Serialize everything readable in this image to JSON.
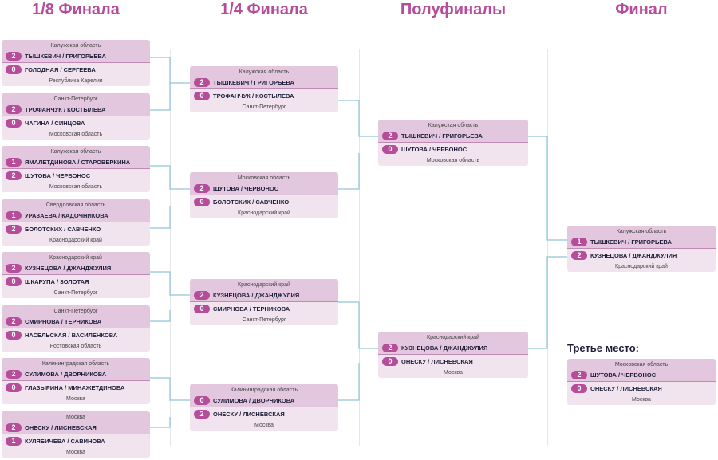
{
  "rounds": [
    "1/8 Финала",
    "1/4 Финала",
    "Полуфиналы",
    "Финал"
  ],
  "third_place_title": "Третье место:",
  "accent_color": "#b64d9a",
  "connector_color": "#8fc3d8",
  "r16": [
    {
      "a": {
        "score": "2",
        "name": "ТЫШКЕВИЧ / ГРИГОРЬЕВА",
        "region": "Калужская область"
      },
      "b": {
        "score": "0",
        "name": "ГОЛОДНАЯ / СЕРГЕЕВА",
        "region": "Республика Карелия"
      }
    },
    {
      "a": {
        "score": "2",
        "name": "ТРОФАНЧУК / КОСТЫЛЕВА",
        "region": "Санкт-Петербург"
      },
      "b": {
        "score": "0",
        "name": "ЧАГИНА / СИНЦОВА",
        "region": "Московская область"
      }
    },
    {
      "a": {
        "score": "1",
        "name": "ЯМАЛЕТДИНОВА / СТАРОВЕРКИНА",
        "region": "Калужская область"
      },
      "b": {
        "score": "2",
        "name": "ШУТОВА / ЧЕРВОНОС",
        "region": "Московская область"
      }
    },
    {
      "a": {
        "score": "1",
        "name": "УРАЗАЕВА / КАДОЧНИКОВА",
        "region": "Свердловская область"
      },
      "b": {
        "score": "2",
        "name": "БОЛОТСКИХ / САВЧЕНКО",
        "region": "Краснодарский край"
      }
    },
    {
      "a": {
        "score": "2",
        "name": "КУЗНЕЦОВА / ДЖАНДЖУЛИЯ",
        "region": "Краснодарский край"
      },
      "b": {
        "score": "0",
        "name": "ШКАРУПА / ЗОЛОТАЯ",
        "region": "Санкт-Петербург"
      }
    },
    {
      "a": {
        "score": "2",
        "name": "СМИРНОВА / ТЕРНИКОВА",
        "region": "Санкт-Петербург"
      },
      "b": {
        "score": "0",
        "name": "НАСЕЛЬСКАЯ / ВАСИЛЕНКОВА",
        "region": "Ростовская область"
      }
    },
    {
      "a": {
        "score": "2",
        "name": "СУЛИМОВА / ДВОРНИКОВА",
        "region": "Калининградская область"
      },
      "b": {
        "score": "0",
        "name": "ГЛАЗЫРИНА / МИНАЖЕТДИНОВА",
        "region": "Москва"
      }
    },
    {
      "a": {
        "score": "2",
        "name": "ОНЕСКУ / ЛИСНЕВСКАЯ",
        "region": "Москва"
      },
      "b": {
        "score": "1",
        "name": "КУЛЯБИЧЕВА / САВИНОВА",
        "region": "Москва"
      }
    }
  ],
  "qf": [
    {
      "a": {
        "score": "2",
        "name": "ТЫШКЕВИЧ / ГРИГОРЬЕВА",
        "region": "Калужская область"
      },
      "b": {
        "score": "0",
        "name": "ТРОФАНЧУК / КОСТЫЛЕВА",
        "region": "Санкт-Петербург"
      }
    },
    {
      "a": {
        "score": "2",
        "name": "ШУТОВА / ЧЕРВОНОС",
        "region": "Московская область"
      },
      "b": {
        "score": "0",
        "name": "БОЛОТСКИХ / САВЧЕНКО",
        "region": "Краснодарский край"
      }
    },
    {
      "a": {
        "score": "2",
        "name": "КУЗНЕЦОВА / ДЖАНДЖУЛИЯ",
        "region": "Краснодарский край"
      },
      "b": {
        "score": "0",
        "name": "СМИРНОВА / ТЕРНИКОВА",
        "region": "Санкт-Петербург"
      }
    },
    {
      "a": {
        "score": "0",
        "name": "СУЛИМОВА / ДВОРНИКОВА",
        "region": "Калининградская область"
      },
      "b": {
        "score": "2",
        "name": "ОНЕСКУ / ЛИСНЕВСКАЯ",
        "region": "Москва"
      }
    }
  ],
  "sf": [
    {
      "a": {
        "score": "2",
        "name": "ТЫШКЕВИЧ / ГРИГОРЬЕВА",
        "region": "Калужская область"
      },
      "b": {
        "score": "0",
        "name": "ШУТОВА / ЧЕРВОНОС",
        "region": "Московская область"
      }
    },
    {
      "a": {
        "score": "2",
        "name": "КУЗНЕЦОВА / ДЖАНДЖУЛИЯ",
        "region": "Краснодарский край"
      },
      "b": {
        "score": "0",
        "name": "ОНЕСКУ / ЛИСНЕВСКАЯ",
        "region": "Москва"
      }
    }
  ],
  "final": [
    {
      "a": {
        "score": "1",
        "name": "ТЫШКЕВИЧ / ГРИГОРЬЕВА",
        "region": "Калужская область"
      },
      "b": {
        "score": "2",
        "name": "КУЗНЕЦОВА / ДЖАНДЖУЛИЯ",
        "region": "Краснодарский край"
      }
    }
  ],
  "third": [
    {
      "a": {
        "score": "2",
        "name": "ШУТОВА / ЧЕРВОНОС",
        "region": "Московская область"
      },
      "b": {
        "score": "0",
        "name": "ОНЕСКУ / ЛИСНЕВСКАЯ",
        "region": "Москва"
      }
    }
  ]
}
